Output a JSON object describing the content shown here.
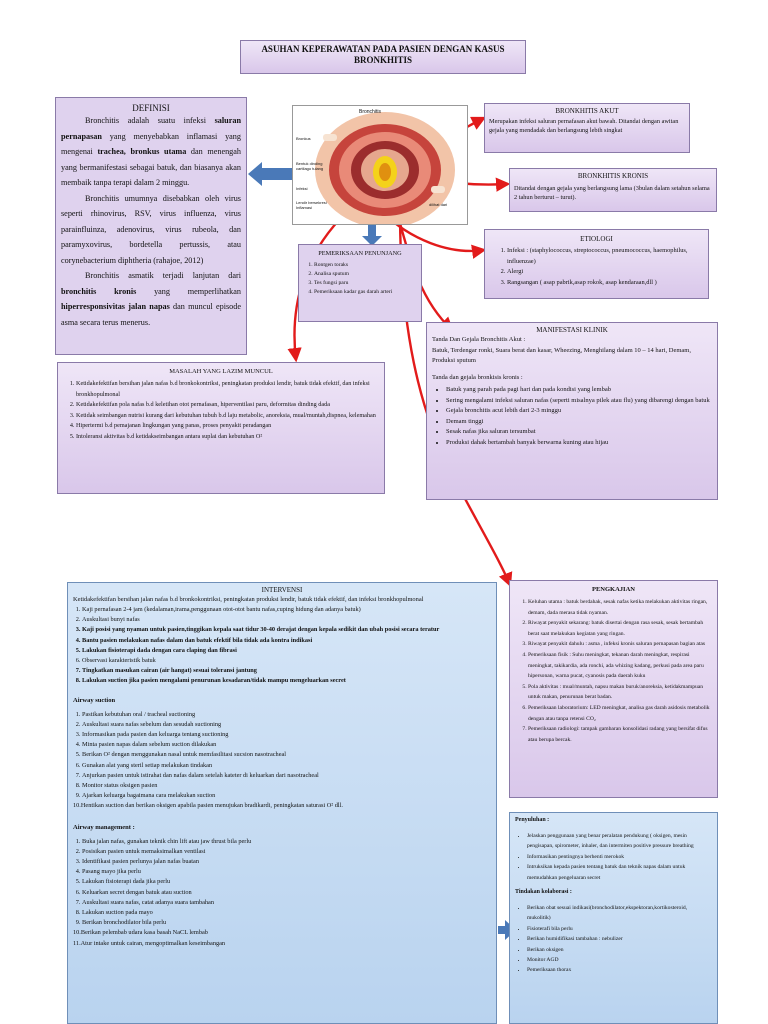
{
  "title": {
    "line1": "ASUHAN KEPERAWATAN PADA PASIEN DENGAN KASUS",
    "line2": "BRONKHITIS"
  },
  "definisi": {
    "heading": "DEFINISI",
    "p1_a": "Bronchitis adalah suatu infeksi ",
    "p1_b": "saluran pernapasan",
    "p1_c": " yang menyebabkan inflamasi yang mengenai ",
    "p1_d": "trachea, bronkus utama",
    "p1_e": " dan menengah yang bermanifestasi sebagai batuk, dan biasanya akan membaik tanpa terapi dalam 2 minggu.",
    "p2": "Bronchitis umumnya disebabkan oleh virus seperti rhinovirus, RSV, virus influenza, virus parainfluinza, adenovirus, virus rubeola, dan paramyxovirus, bordetella pertussis, atau corynebacterium diphtheria (rahajoe, 2012)",
    "p3_a": "Bronchitis asmatik terjadi lanjutan dari ",
    "p3_b": "bronchitis kronis",
    "p3_c": " yang memperlihatkan ",
    "p3_d": "hiperresponsivitas jalan napas",
    "p3_e": " dan muncul episode asma secara terus menerus."
  },
  "image": {
    "caption": "Bronchitis",
    "labels": [
      "Bronkus",
      "Bentuk dinding",
      "cartilago tulang",
      "Infeksi",
      "Lendir bersekresi",
      "Inflamasi",
      "dilihat dari"
    ]
  },
  "pemeriksaan": {
    "heading": "PEMERIKSAAN PENUNJANG",
    "items": [
      "Rontgen toraks",
      "Analisa sputum",
      "Tes fungsi paru",
      "Pemeriksaan kadar gas darah arteri"
    ]
  },
  "akut": {
    "heading": "BRONKHITIS AKUT",
    "text": "Merupakan infeksi saluran pernafasan akut bawah. Ditandai dengan awitan gejala yang mendadak dan berlangsung lebih singkat"
  },
  "kronis": {
    "heading": "BRONKHITIS KRONIS",
    "text": "Ditandai dengan gejala yang berlangsung lama (3bulan dalam setahun selama 2 tahun berturut – turut)."
  },
  "etiologi": {
    "heading": "ETIOLOGI",
    "items": [
      "Infeksi : (staphylococcus, streptococcus, pneumococcus, haemophilus, influenzae)",
      "Alergi",
      "Rangsangan ( asap pabrik,asap rokok, asap kendaraan,dll )"
    ]
  },
  "manifestasi": {
    "heading": "MANIFESTASI KLINIK",
    "akut_title": "Tanda Dan Gejala  Bronchitis Akut :",
    "akut_text": "Batuk, Terdengar ronki, Suara berat dan kasar, Wheezing, Menghilang dalam 10 – 14 hari, Demam, Produksi sputum",
    "kronis_title": "Tanda dan gejala bronkisis kronis :",
    "kronis_items": [
      "Batuk yang parah pada pagi hari dan pada kondisi yang lembab",
      "Sering mengalami infeksi saluran nafas (seperti misalnya pilek atau flu) yang dibarengi dengan batuk",
      "Gejala bronchitis acut lebih dari 2-3 minggu",
      "Demam tinggi",
      "Sesak nafas jika saluran tersumbat",
      "Produksi dahak bertambah banyak berwarna kuning atau hijau"
    ]
  },
  "masalah": {
    "heading": "MASALAH YANG LAZIM MUNCUL",
    "items": [
      "Ketidakefektifan bersihan jalan nafas  b.d bronkokontriksi, peningkatan produksi lendir, batuk tidak efektif, dan infeksi bronkhopulmonal",
      "Ketidakefektifan pola nafas b.d keletihan otot pernafasan, hiperventilasi paru, deformitas dinding dada",
      "Ketidak seimbangan nutrisi kurang dari kebutuhan tubuh b.d laju metabolic, anoreksia, mual/muntah,dispnea, kelemahan",
      "Hipertermi b.d pemajanan lingkungan yang panas, proses penyakit peradangan",
      "Intoleransi aktivitas b.d ketidakseimbangan antara suplai dan kebutuhan O²"
    ]
  },
  "intervensi": {
    "heading": "INTERVENSI",
    "intro": "Ketidakefektifan bersihan jalan nafas  b.d bronkokontriksi, peningkatan produksi lendir, batuk tidak efektif, dan infeksi bronkhopulmonal",
    "items": [
      "Kaji pernafasan 2-4 jam (kedalaman,irama,penggunaan otot-otot bantu nafas,cuping hidung dan adanya batuk)",
      "Auskultasi bunyi nafas",
      "Kaji posisi yang nyaman untuk pasien,tinggikan kepala saat tidur 30-40 derajat dengan kepala sedikit dan ubah posisi secara teratur",
      "Bantu pasien melakukan nafas dalam dan batuk efektif bila tidak ada kontra indikasi",
      "Lakukan fisioterapi dada dengan cara claping dan fibrasi",
      "Observasi karakteristik batuk",
      "Tingkatkan masukan cairan (air hangat) sesuai toleransi jantung",
      "Lakukan suction jika pasien mengalami penurunan kesadaran/tidak mampu mengeluarkan secret"
    ],
    "suction_title": "Airway suction",
    "suction_items": [
      "Pastikan kebutuhan oral / tracheal suctioning",
      "Auskultasi suara nafas sebelum dan sesudah suctioning",
      "Informasikan pada pasien dan keluarga tentang suctioning",
      "Minta pasien napas dalam sebelum suction dilakukan",
      "Berikan O² dengan menggunakan nasal untuk memfasilitasi sucsion nasotracheal",
      "Gunakan alat yang steril setiap melakukan tindakan",
      "Anjurkan pasien untuk istirahat dan nafas dalam setelah kateter di keluarkan dari nasotracheal",
      "Monitor status oksigen pasien",
      "Ajarkan keluarga bagaimana cara melakukan suction",
      "10.Hentikan suction dan berikan oksigen apabila pasien menujukan bradikardi, peningkatan saturasi O² dll."
    ],
    "mgmt_title": "Airway management :",
    "mgmt_items": [
      "Buka jalan nafas, gunakan teknik chin lift atau jaw thrust bila perlu",
      "Posisikan pasien untuk memaksimalkan ventilasi",
      "Identifikasi pasien perlunya jalan nafas buatan",
      "Pasang mayo jika perlu",
      "Lakukan fisioterapi dada jika perlu",
      "Keluarkan secret dengan batuk atau suction",
      "Auskultasi suara nafas, catat adanya suara tambahan",
      "Lakukan suction pada mayo",
      "Berikan bronchodilator bila perlu",
      "10.Berikan pelembab udara kasa basah NaCL lembab",
      "11.Atur intake untuk cairan, mengoptimalkan keseimbangan"
    ]
  },
  "pengkajian": {
    "heading": "PENGKAJIAN",
    "items": [
      "Keluhan utama : batuk berdahak, sesak nafas ketika melakukan aktivitas ringan, demam, dada merasa tidak nyaman.",
      "Riwayat penyakit sekarang: batuk disertai dengan rasa sesak, sesak bertambah berat saat melakukan kegiatan yang ringan.",
      "Riwayat penyakit dahulu : asma , infeksi kronis saluran pernapasan bagian atas",
      "Pemeriksaan fisik : Suhu meningkat, tekanan darah meningkat, respirasi meningkat, takikardia, ada ronchi, ada whizing kadang, perkusi  pada area paru hipersonan, warna pucat, cyanosis pada daerah kuku",
      "Pola aktivitas : mual/muntah, napsu makan buruk/anoreksia, ketidakmampuan untuk makan, penurunan berat badan.",
      "Pemeriksaan laboratorium: LED meningkat, analisa gas darah asidosis metabolik dengan atau tanpa retensi CO₂",
      "Pemeriksaan radiologi: tampak gambaran konsolidasi radang yang bersifat difus atau berupa bercak."
    ]
  },
  "penyuluhan": {
    "heading": "Penyuluhan :",
    "items": [
      "Jelaskan penggunaan yang benar peralatan pendukung ( oksigen, mesin pengisapan, spirometer, inhaler, dan intermiten positive pressure breathing",
      "Informasikan pentingnya berhenti merokok",
      "Intruksikan kepada pasien tentang batuk dan teknik napas dalam untuk memudahkan pengeluaran secret"
    ],
    "kolab_title": "Tindakan kolaborasi :",
    "kolab_items": [
      "Berikan obat sesuai indikasi(bronchodilator,ekspektoran,kortikosteroid, mukolitik)",
      "Fisioterafi bila perlu",
      "Berikan humidifikasi tambahan : nebulizer",
      "Berikan oksigen",
      "Monitor AGD",
      "Pemeriksaan thorax"
    ]
  },
  "colors": {
    "arrow_red": "#e21b1b",
    "arrow_blue": "#4a79b8"
  }
}
